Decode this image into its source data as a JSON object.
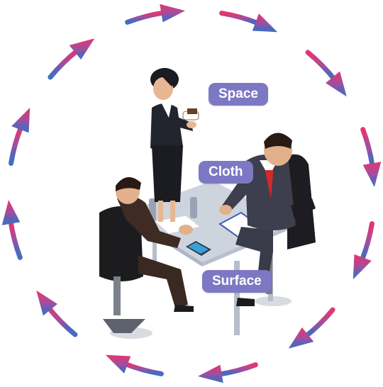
{
  "labels": {
    "space": "Space",
    "cloth": "Cloth",
    "surface": "Surface"
  },
  "colors": {
    "cycle_top": "#e8336f",
    "cycle_mid": "#9b4f9f",
    "cycle_bottom": "#3f6fc2",
    "label_bg": "#7d78c4",
    "label_text": "#ffffff",
    "suit_dark": "#2b2b36",
    "tie": "#d42a2a",
    "table_glass": "#c6ccd8"
  },
  "icons": {
    "cycle": "circular-arrows-icon",
    "scene": "business-meeting-illustration"
  }
}
